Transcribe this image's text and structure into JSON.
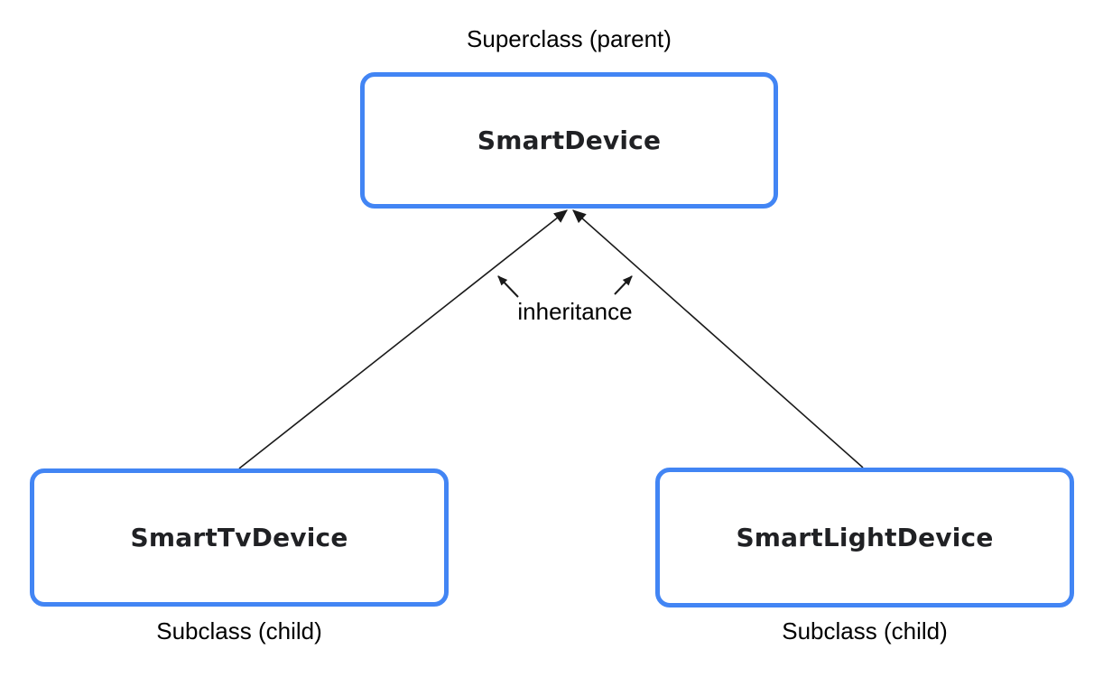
{
  "diagram": {
    "superclass_label": "Superclass (parent)",
    "superclass": {
      "name": "SmartDevice"
    },
    "inheritance_label": "inheritance",
    "subclasses": [
      {
        "name": "SmartTvDevice",
        "label": "Subclass (child)"
      },
      {
        "name": "SmartLightDevice",
        "label": "Subclass (child)"
      }
    ],
    "colors": {
      "box_border": "#4285F4",
      "connector": "#1a1a1a",
      "class_name_text": "#202124",
      "label_text": "#000000",
      "background": "#ffffff"
    }
  }
}
